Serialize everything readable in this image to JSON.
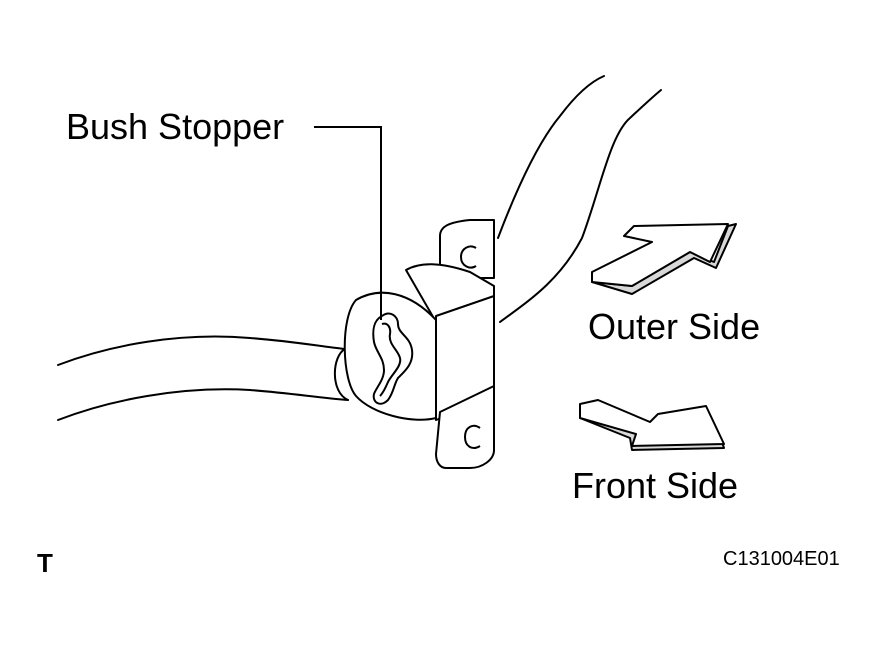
{
  "labels": {
    "bush_stopper": "Bush Stopper",
    "outer_side": "Outer Side",
    "front_side": "Front Side",
    "section_code": "T",
    "figure_code": "C131004E01"
  },
  "colors": {
    "line": "#000000",
    "background": "#ffffff",
    "arrow_face": "#ffffff",
    "arrow_side": "#d8d8d8"
  },
  "icons": {
    "outer_side_direction": "arrow-up-right-icon",
    "front_side_direction": "arrow-down-right-icon"
  }
}
